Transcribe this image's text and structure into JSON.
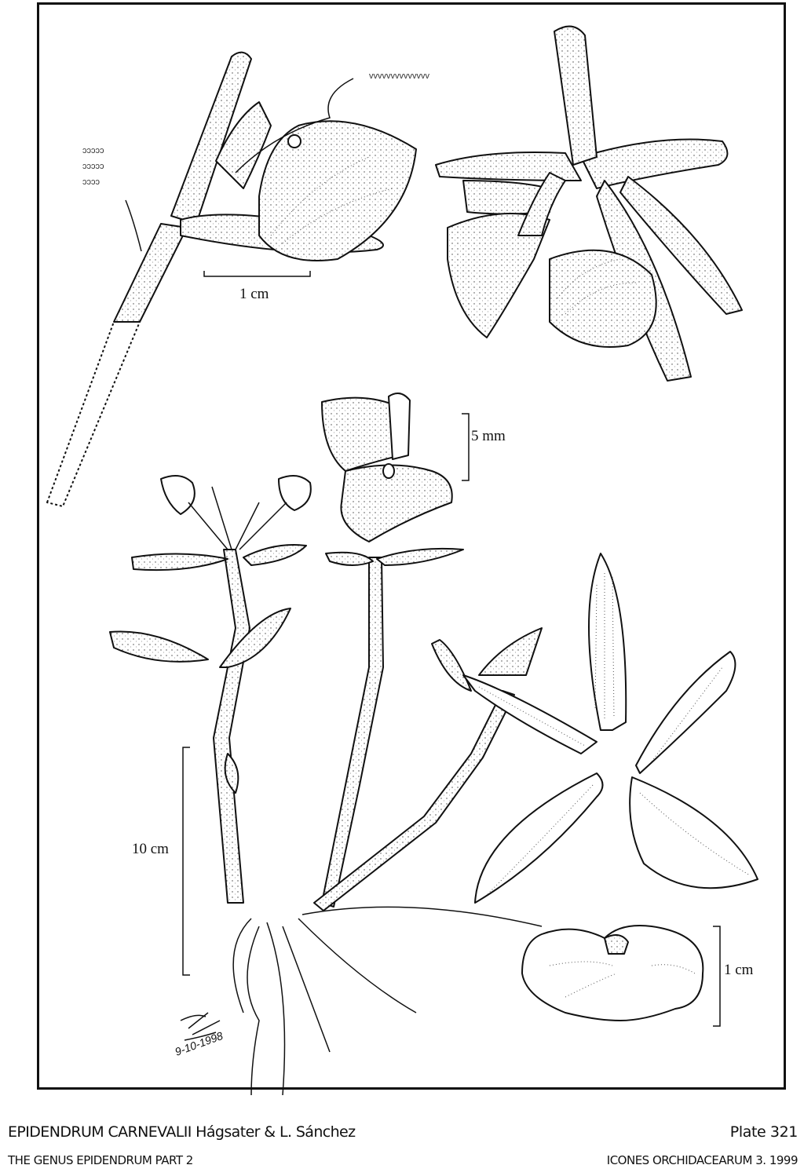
{
  "scale_bars": {
    "flower_side": "1 cm",
    "column_detail": "5 mm",
    "habit": "10 cm",
    "lip": "1 cm"
  },
  "signature": "9-10-1998",
  "caption": {
    "title": "EPIDENDRUM CARNEVALII Hágsater & L. Sánchez",
    "plate": "Plate 321",
    "series": "THE GENUS EPIDENDRUM PART 2",
    "journal": "ICONES ORCHIDACEARUM 3. 1999"
  },
  "colors": {
    "ink": "#111111",
    "paper": "#ffffff"
  }
}
